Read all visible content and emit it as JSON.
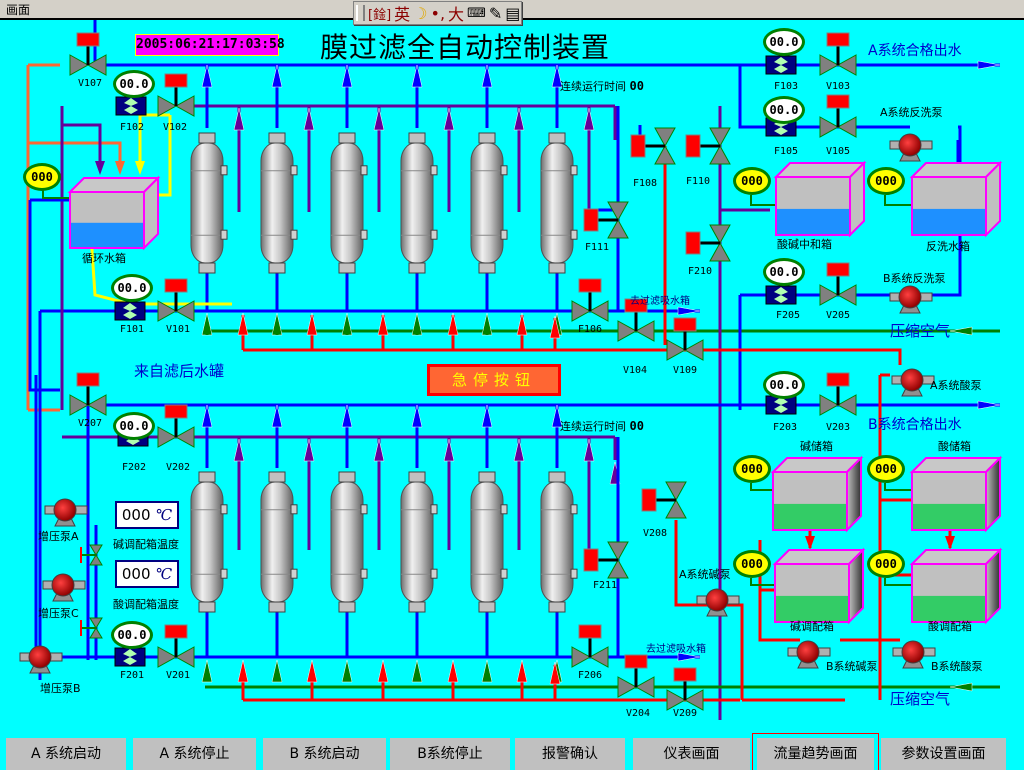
{
  "window": {
    "title": "画面"
  },
  "ime_toolbar": {
    "mode": "[鍂]",
    "lang": "英",
    "moon": "☽",
    "punct": "•,",
    "full": "大",
    "kbd": "⌨",
    "tools": "✎",
    "menu": "▤"
  },
  "header": {
    "title": "膜过滤全自动控制装置",
    "datetime": "2005:06:21:17:03:58"
  },
  "runtime": {
    "a_label": "连续运行时间",
    "a_value": "00",
    "b_label": "连续运行时间",
    "b_value": "00"
  },
  "emergency_stop": {
    "label": "急停按钮"
  },
  "flow_meters": [
    {
      "id": "F102",
      "value": "00.0"
    },
    {
      "id": "F103",
      "value": "00.0"
    },
    {
      "id": "F105",
      "value": "00.0"
    },
    {
      "id": "F101",
      "value": "00.0"
    },
    {
      "id": "F205",
      "value": "00.0"
    },
    {
      "id": "F203",
      "value": "00.0"
    },
    {
      "id": "F202",
      "value": "00.0"
    },
    {
      "id": "F201",
      "value": "00.0"
    }
  ],
  "level_meters": [
    {
      "tank": "循环水箱",
      "value": "000"
    },
    {
      "tank": "酸碱中和箱",
      "value": "000"
    },
    {
      "tank": "反洗水箱",
      "value": "000"
    },
    {
      "tank": "碱储箱",
      "value": "000"
    },
    {
      "tank": "酸储箱",
      "value": "000"
    },
    {
      "tank": "碱调配箱",
      "value": "000"
    },
    {
      "tank": "酸调配箱",
      "value": "000"
    }
  ],
  "valves": {
    "v107": "V107",
    "v102": "V102",
    "v103": "V103",
    "v105": "V105",
    "v101": "V101",
    "f108": "F108",
    "f110": "F110",
    "f111": "F111",
    "f210": "F210",
    "v205": "V205",
    "f106": "F106",
    "v104": "V104",
    "v109": "V109",
    "v207": "V207",
    "v202": "V202",
    "v203": "V203",
    "v208": "V208",
    "f211": "F211",
    "v201": "V201",
    "f206": "F206",
    "v204": "V204",
    "v209": "V209"
  },
  "tanks": {
    "circ": "循环水箱",
    "neutral": "酸碱中和箱",
    "backwash": "反洗水箱",
    "alkali_store": "碱储箱",
    "acid_store": "酸储箱",
    "alkali_mix": "碱调配箱",
    "acid_mix": "酸调配箱"
  },
  "pumps": {
    "a_backwash": "A系统反洗泵",
    "b_backwash": "B系统反洗泵",
    "a_acid": "A系统酸泵",
    "a_alkali": "A系统碱泵",
    "b_alkali": "B系统碱泵",
    "b_acid": "B系统酸泵",
    "boost_a": "增压泵A",
    "boost_c": "增压泵C",
    "boost_b": "增压泵B"
  },
  "labels": {
    "a_out": "A系统合格出水",
    "b_out": "B系统合格出水",
    "air_a": "压缩空气",
    "air_b": "压缩空气",
    "from_filter": "来自滤后水罐",
    "to_suction_a": "去过滤吸水箱",
    "to_suction_b": "去过滤吸水箱"
  },
  "temperatures": [
    {
      "label": "碱调配箱温度",
      "value": "000",
      "unit": "℃"
    },
    {
      "label": "酸调配箱温度",
      "value": "000",
      "unit": "℃"
    }
  ],
  "buttons": [
    {
      "label": "A 系统启动"
    },
    {
      "label": "A 系统停止"
    },
    {
      "label": "B 系统启动"
    },
    {
      "label": "B系统停止"
    },
    {
      "label": "报警确认"
    },
    {
      "label": "仪表画面"
    },
    {
      "label": "流量趋势画面",
      "selected": true
    },
    {
      "label": "参数设置画面"
    }
  ],
  "colors": {
    "background": "#00ffff",
    "water": "#0000ff",
    "concentrate": "#660099",
    "air": "#008000",
    "chemical": "#ff0000",
    "feed": "#ff6633",
    "return": "#ffff00",
    "valve_actuator": "#ff0000",
    "valve_body": "#808080"
  }
}
